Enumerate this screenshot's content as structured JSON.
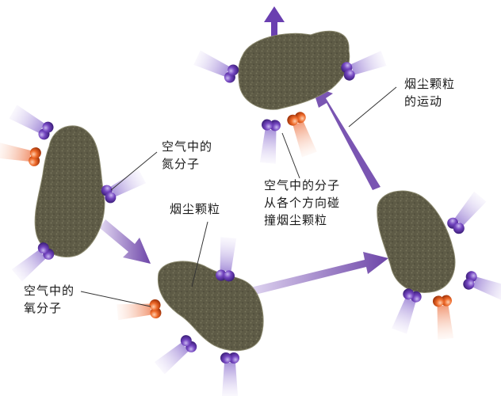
{
  "labels": {
    "nitrogen": [
      "空气中的",
      "氮分子"
    ],
    "dust": [
      "烟尘颗粒"
    ],
    "motion": [
      "烟尘颗粒",
      "的运动"
    ],
    "collision": [
      "空气中的分子",
      "从各个方向碰",
      "撞烟尘颗粒"
    ],
    "oxygen": [
      "空气中的",
      "氧分子"
    ]
  },
  "colors": {
    "background": "#ffffff",
    "particle": "#5d5a45",
    "particle_outline": "#8c8a70",
    "path_arrow": "#7a5aa8",
    "nitrogen_molecule": "#6c3fb0",
    "oxygen_molecule": "#e0561a",
    "nitrogen_trail": "#b9a6e0",
    "oxygen_trail": "#f2a88a",
    "leader_line": "#333333"
  },
  "icons": [
    "dust-particle",
    "nitrogen-molecule",
    "oxygen-molecule",
    "motion-arrow"
  ]
}
